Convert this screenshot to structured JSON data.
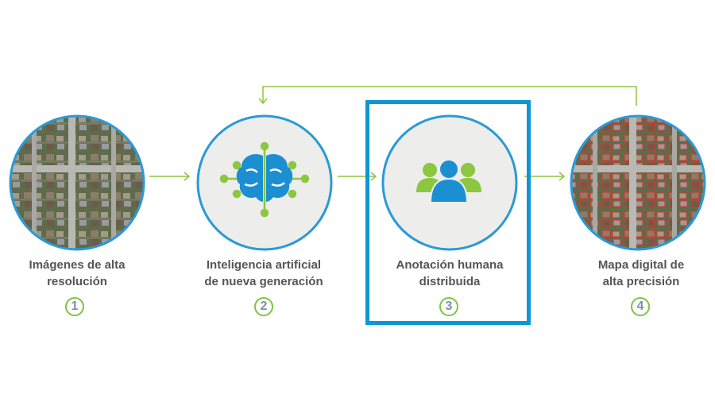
{
  "steps": [
    {
      "number": "1",
      "title_line1": "Imágenes de alta",
      "title_line2": "resolución",
      "icon": "aerial-image"
    },
    {
      "number": "2",
      "title_line1": "Inteligencia artificial",
      "title_line2": "de nueva generación",
      "icon": "brain-network-icon"
    },
    {
      "number": "3",
      "title_line1": "Anotación humana",
      "title_line2": "distribuida",
      "icon": "people-group-icon"
    },
    {
      "number": "4",
      "title_line1": "Mapa digital de",
      "title_line2": "alta precisión",
      "icon": "annotated-map"
    }
  ],
  "highlighted_step": "3",
  "colors": {
    "circle_border": "#2a9ad6",
    "arrow": "#8dc63f",
    "highlight": "#0d96d6",
    "brain": "#1b8fd2",
    "people_green": "#8dc63f"
  }
}
